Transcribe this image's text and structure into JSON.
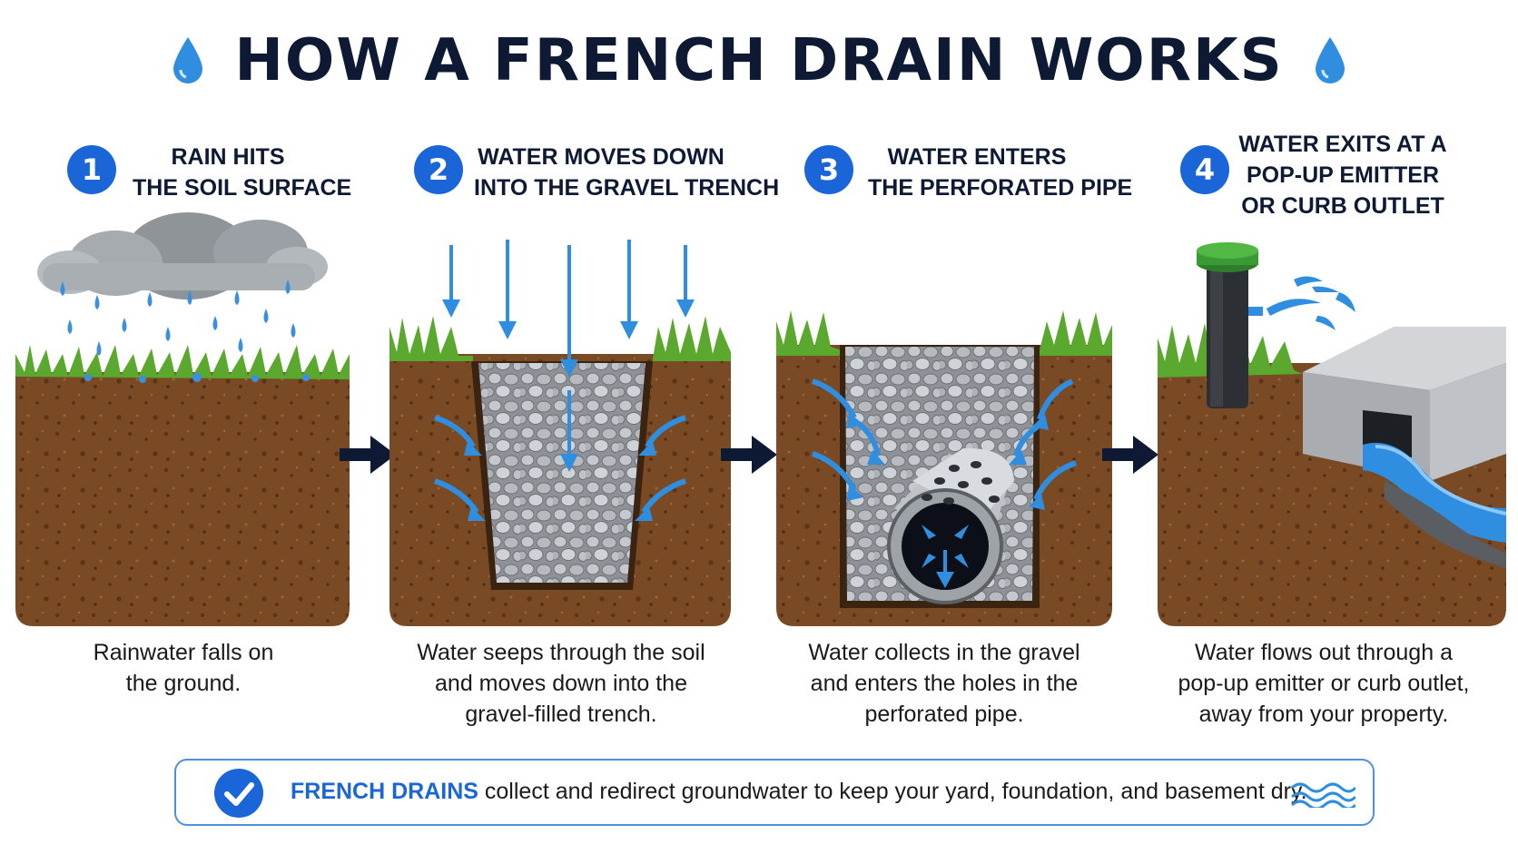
{
  "title": "HOW A FRENCH DRAIN WORKS",
  "colors": {
    "accent": "#1a66d9",
    "navy": "#0e1a33",
    "water": "#2f8ee0",
    "soil": "#7a4a24",
    "grass": "#5aa82e"
  },
  "steps": [
    {
      "number": "1",
      "title_lines": [
        "RAIN HITS",
        "THE SOIL SURFACE"
      ],
      "caption_lines": [
        "Rainwater falls on",
        "the ground."
      ]
    },
    {
      "number": "2",
      "title_lines": [
        "WATER MOVES DOWN",
        "INTO THE GRAVEL TRENCH"
      ],
      "caption_lines": [
        "Water seeps through the soil",
        "and moves down into the",
        "gravel-filled trench."
      ]
    },
    {
      "number": "3",
      "title_lines": [
        "WATER ENTERS",
        "THE PERFORATED PIPE"
      ],
      "caption_lines": [
        "Water collects in the gravel",
        "and enters the holes in the",
        "perforated pipe."
      ]
    },
    {
      "number": "4",
      "title_lines": [
        "WATER EXITS AT A",
        "POP-UP EMITTER",
        "OR CURB OUTLET"
      ],
      "caption_lines": [
        "Water flows out through a",
        "pop-up emitter or curb outlet,",
        "away from your property."
      ]
    }
  ],
  "banner": {
    "highlight": "FRENCH DRAINS",
    "text": " collect and redirect groundwater to keep your yard, foundation, and basement dry."
  },
  "icons": [
    "water-drop-icon",
    "checkmark-icon",
    "waves-icon",
    "right-arrow-icon"
  ]
}
